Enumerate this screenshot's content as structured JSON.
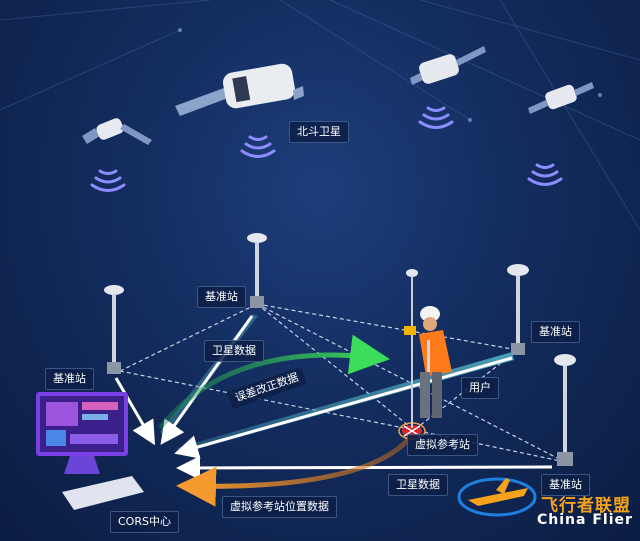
{
  "labels": {
    "satellite": "北斗卫星",
    "base_top": "基准站",
    "base_left": "基准站",
    "base_right": "基准站",
    "base_bottom_right": "基准站",
    "sat_data_top": "卫星数据",
    "sat_data_bottom": "卫星数据",
    "correction": "误差改正数据",
    "user": "用户",
    "virtual_station": "虚拟参考站",
    "virtual_pos": "虚拟参考站位置数据",
    "cors": "CORS中心"
  },
  "logo": {
    "cn": "飞行者联盟",
    "en": "China Flier"
  },
  "colors": {
    "green_arrow": "#3ddc5a",
    "orange_arrow": "#f59a2e",
    "white_arrow": "#ffffff",
    "base_link": "#5fa8c8"
  }
}
